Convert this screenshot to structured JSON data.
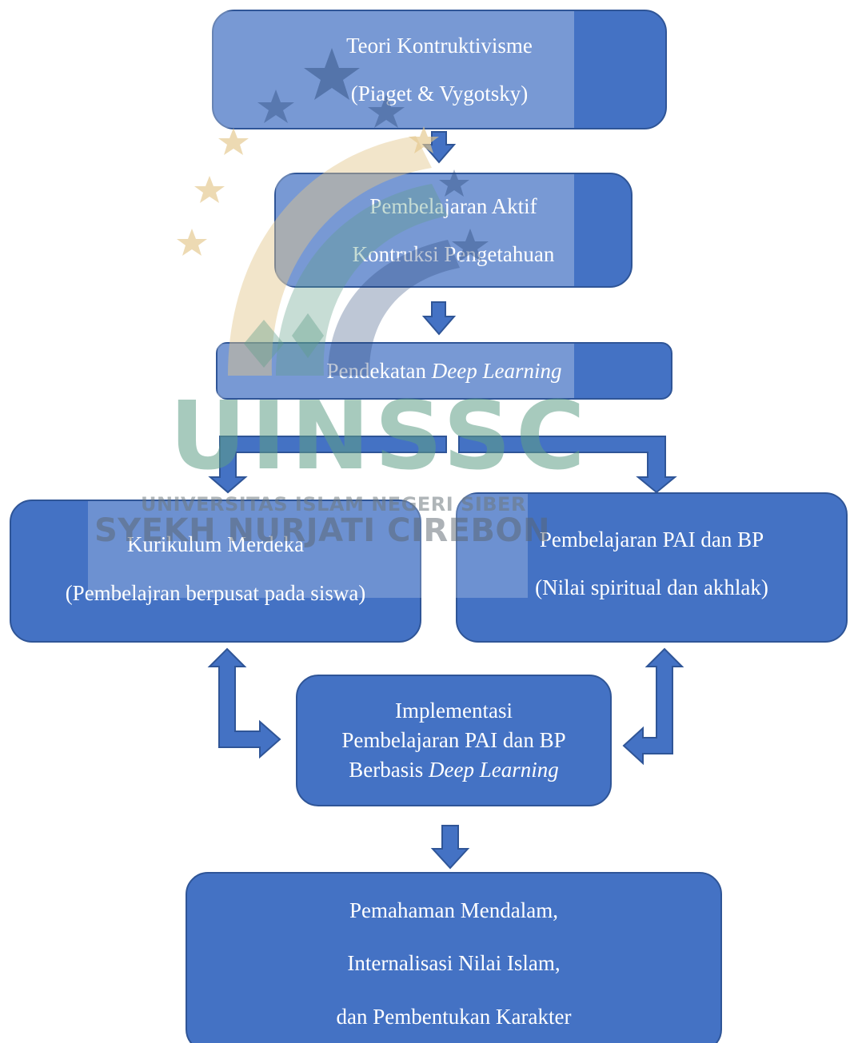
{
  "diagram": {
    "nodes": {
      "n1": {
        "lines": [
          "Teori Kontruktivisme",
          "(Piaget & Vygotsky)"
        ]
      },
      "n2": {
        "lines": [
          "Pembelajaran Aktif",
          "Kontruksi Pengetahuan"
        ]
      },
      "n3": {
        "text": "Pendekatan ",
        "italic": "Deep Learning"
      },
      "n4": {
        "lines": [
          "Kurikulum Merdeka",
          "(Pembelajran berpusat pada siswa)"
        ]
      },
      "n5": {
        "lines": [
          "Pembelajaran PAI dan BP",
          "(Nilai spiritual dan akhlak)"
        ]
      },
      "n6": {
        "line1": "Implementasi",
        "line2": "Pembelajaran PAI dan BP",
        "line3_text": "Berbasis ",
        "line3_italic": "Deep Learning"
      },
      "n7": {
        "lines": [
          "Pemahaman Mendalam,",
          "Internalisasi Nilai Islam,",
          "dan Pembentukan Karakter"
        ]
      }
    },
    "edges": [
      {
        "from": "n1",
        "to": "n2"
      },
      {
        "from": "n2",
        "to": "n3"
      },
      {
        "from": "n3",
        "to": "n4"
      },
      {
        "from": "n3",
        "to": "n5"
      },
      {
        "from": "n4",
        "to": "n6",
        "bidirectional": true
      },
      {
        "from": "n5",
        "to": "n6",
        "bidirectional": true
      },
      {
        "from": "n6",
        "to": "n7"
      }
    ],
    "colors": {
      "box_fill": "#4472C4",
      "box_border": "#2F5597",
      "text": "#FFFFFF"
    }
  },
  "watermark": {
    "logo_text": "UINSSC",
    "line1": "UNIVERSITAS ISLAM NEGERI SIBER",
    "line2": "SYEKH NURJATI CIREBON",
    "colors": {
      "green": "#5E9E86",
      "gold": "#E3C68A"
    }
  }
}
